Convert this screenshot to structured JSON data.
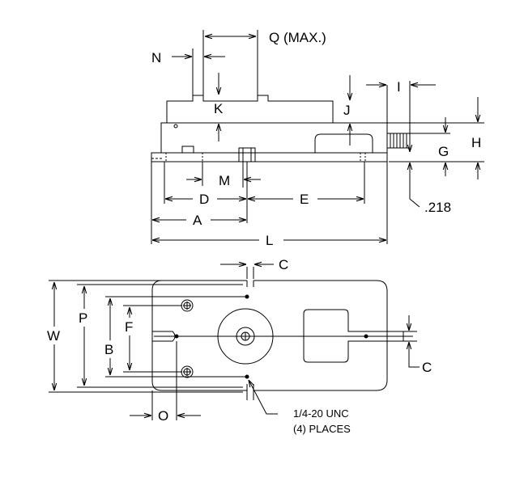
{
  "labels": {
    "q": "Q (MAX.)",
    "n": "N",
    "k": "K",
    "j": "J",
    "i": "I",
    "m": "M",
    "d": "D",
    "e": "E",
    "a": "A",
    "l": "L",
    "g": "G",
    "h": "H",
    "offset": ".218",
    "c_top": "C",
    "c_side": "C",
    "w": "W",
    "p": "P",
    "f": "F",
    "b": "B",
    "o": "O"
  },
  "note": {
    "line1": "1/4-20 UNC",
    "line2": "(4) PLACES"
  },
  "colors": {
    "line": "#000000",
    "background": "#ffffff"
  }
}
